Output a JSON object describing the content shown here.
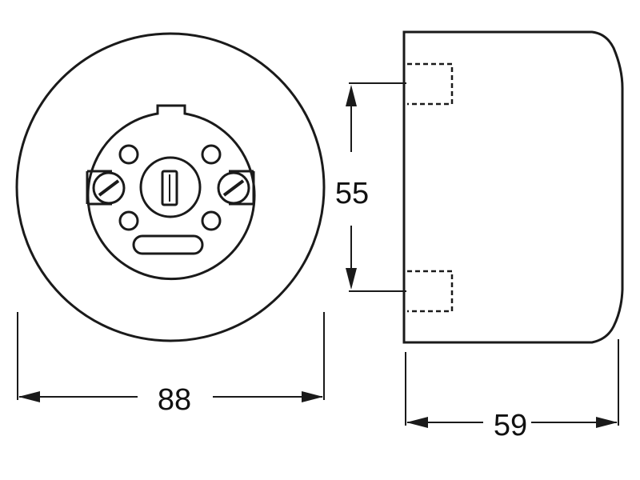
{
  "dimensions": {
    "diameter": "88",
    "screw_spacing": "55",
    "depth": "59"
  },
  "colors": {
    "line": "#1a1a1a",
    "background": "#ffffff"
  }
}
